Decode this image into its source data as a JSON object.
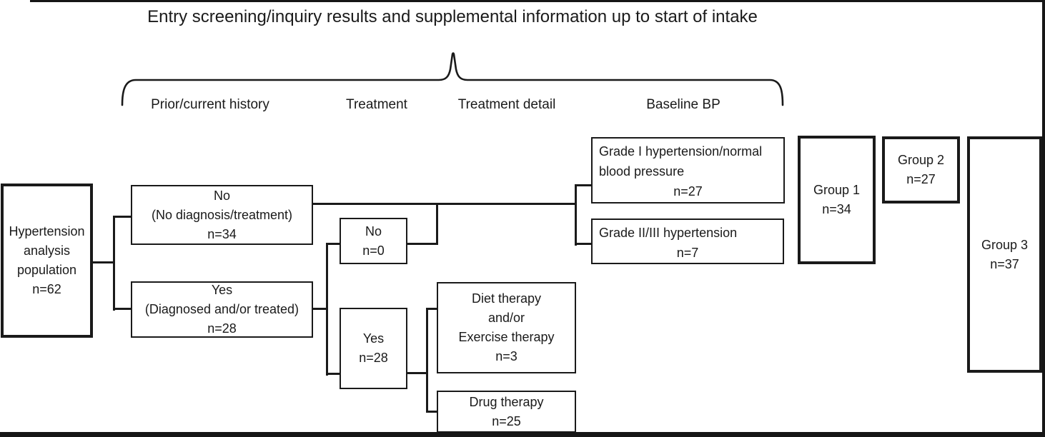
{
  "title": "Entry screening/inquiry results and supplemental information up to start of intake",
  "column_headers": [
    "Prior/current history",
    "Treatment",
    "Treatment detail",
    "Baseline BP"
  ],
  "nodes": {
    "population": {
      "lines": [
        "Hypertension",
        "analysis",
        "population",
        "n=62"
      ]
    },
    "history_no": {
      "lines": [
        "No",
        "(No diagnosis/treatment)",
        "n=34"
      ]
    },
    "history_yes": {
      "lines": [
        "Yes",
        "(Diagnosed and/or treated)",
        "n=28"
      ]
    },
    "treatment_no": {
      "lines": [
        "No",
        "n=0"
      ]
    },
    "treatment_yes": {
      "lines": [
        "Yes",
        "n=28"
      ]
    },
    "detail_diet": {
      "lines": [
        "Diet therapy",
        "and/or",
        "Exercise therapy",
        "n=3"
      ]
    },
    "detail_drug": {
      "lines": [
        "Drug therapy",
        "n=25"
      ]
    },
    "bp_grade1": {
      "lines": [
        "Grade I hypertension/normal",
        "blood pressure",
        "n=27"
      ]
    },
    "bp_grade23": {
      "lines": [
        "Grade II/III hypertension",
        "n=7"
      ]
    },
    "group1": {
      "lines": [
        "Group 1",
        "n=34"
      ]
    },
    "group2": {
      "lines": [
        "Group 2",
        "n=27"
      ]
    },
    "group3": {
      "lines": [
        "Group 3",
        "n=37"
      ]
    }
  },
  "edges": [
    {
      "from": "population",
      "to": "history_no"
    },
    {
      "from": "population",
      "to": "history_yes"
    },
    {
      "from": "history_no",
      "to": "bp_grade1"
    },
    {
      "from": "history_no",
      "to": "bp_grade23"
    },
    {
      "from": "history_yes",
      "to": "treatment_no"
    },
    {
      "from": "history_yes",
      "to": "treatment_yes"
    },
    {
      "from": "treatment_no",
      "to": "baseline_bp_line"
    },
    {
      "from": "treatment_yes",
      "to": "detail_diet"
    },
    {
      "from": "treatment_yes",
      "to": "detail_drug"
    }
  ],
  "colors": {
    "line": "#1a1a1a",
    "background": "#ffffff"
  }
}
